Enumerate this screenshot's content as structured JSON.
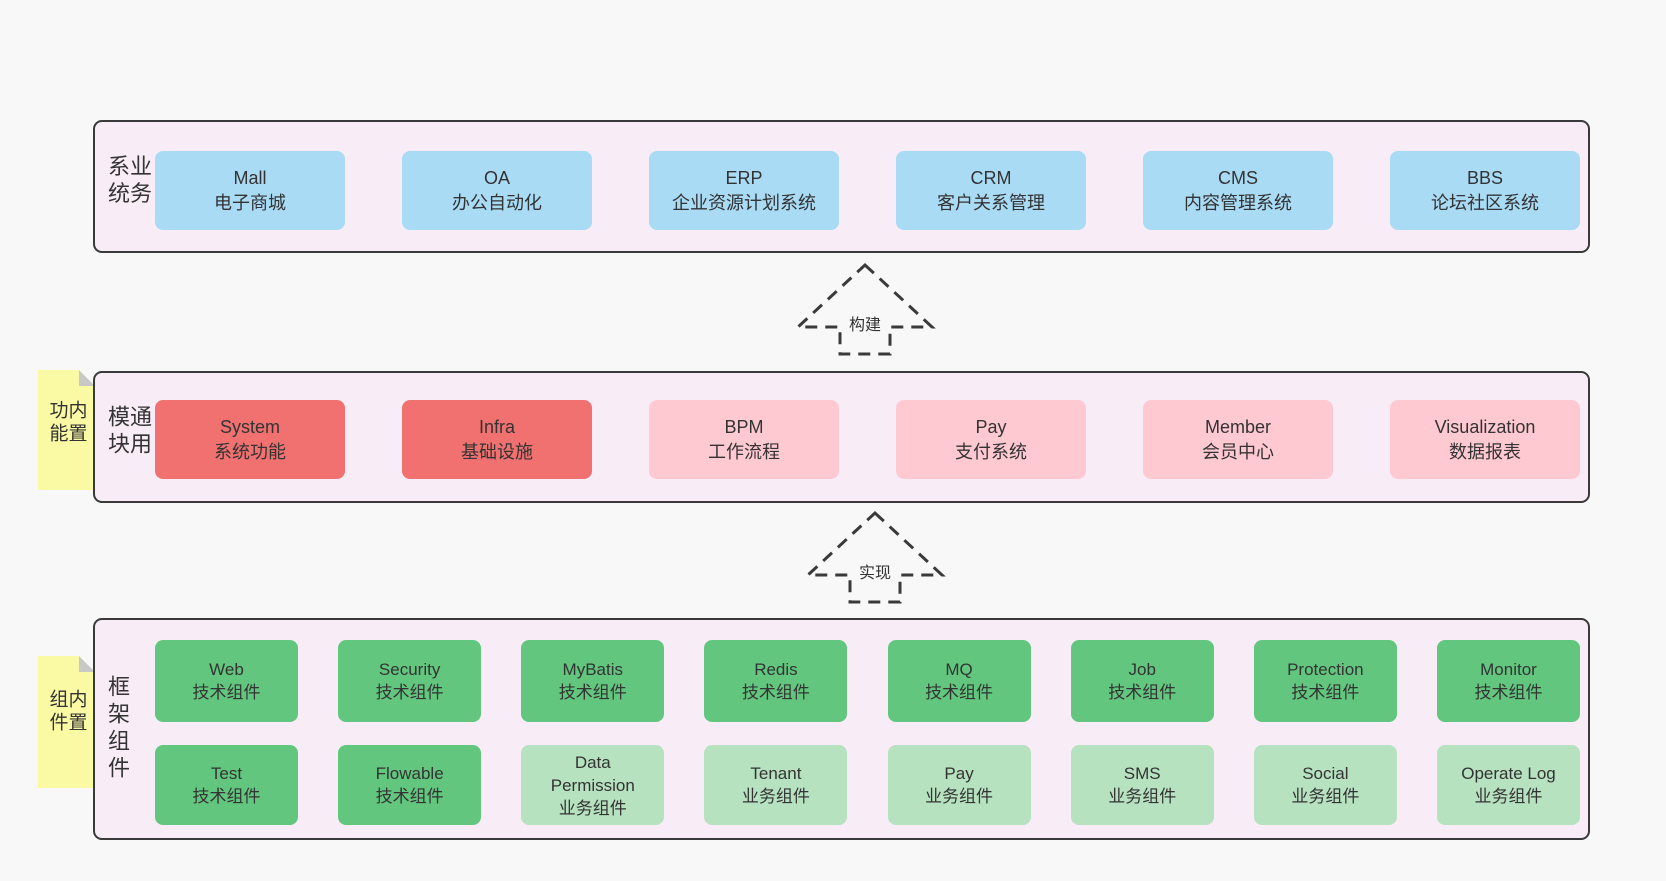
{
  "colors": {
    "page_bg": "#f8f8f8",
    "panel_bg": "#f8edf6",
    "panel_border": "#3a3a3a",
    "blue": "#a9dbf5",
    "red": "#f0716f",
    "pink": "#ffc9d2",
    "green_dark": "#63c67e",
    "green_light": "#b7e2c0",
    "sticky_yellow": "#fbfaa4",
    "sticky_fold": "#c8c8c8",
    "text": "#333333"
  },
  "arrows": [
    {
      "label": "构建"
    },
    {
      "label": "实现"
    }
  ],
  "layers": {
    "business": {
      "label": "业务系统",
      "boxes": [
        {
          "title": "Mall",
          "subtitle": "电子商城",
          "variant": "blue"
        },
        {
          "title": "OA",
          "subtitle": "办公自动化",
          "variant": "blue"
        },
        {
          "title": "ERP",
          "subtitle": "企业资源计划系统",
          "variant": "blue"
        },
        {
          "title": "CRM",
          "subtitle": "客户关系管理",
          "variant": "blue"
        },
        {
          "title": "CMS",
          "subtitle": "内容管理系统",
          "variant": "blue"
        },
        {
          "title": "BBS",
          "subtitle": "论坛社区系统",
          "variant": "blue"
        }
      ]
    },
    "modules": {
      "label": "通用模块",
      "sticky": "内置功能",
      "boxes": [
        {
          "title": "System",
          "subtitle": "系统功能",
          "variant": "red"
        },
        {
          "title": "Infra",
          "subtitle": "基础设施",
          "variant": "red"
        },
        {
          "title": "BPM",
          "subtitle": "工作流程",
          "variant": "pink"
        },
        {
          "title": "Pay",
          "subtitle": "支付系统",
          "variant": "pink"
        },
        {
          "title": "Member",
          "subtitle": "会员中心",
          "variant": "pink"
        },
        {
          "title": "Visualization",
          "subtitle": "数据报表",
          "variant": "pink"
        }
      ]
    },
    "components": {
      "label": "框架组件",
      "sticky": "内置组件",
      "rows": [
        [
          {
            "title": "Web",
            "subtitle": "技术组件",
            "variant": "green-dark"
          },
          {
            "title": "Security",
            "subtitle": "技术组件",
            "variant": "green-dark"
          },
          {
            "title": "MyBatis",
            "subtitle": "技术组件",
            "variant": "green-dark"
          },
          {
            "title": "Redis",
            "subtitle": "技术组件",
            "variant": "green-dark"
          },
          {
            "title": "MQ",
            "subtitle": "技术组件",
            "variant": "green-dark"
          },
          {
            "title": "Job",
            "subtitle": "技术组件",
            "variant": "green-dark"
          },
          {
            "title": "Protection",
            "subtitle": "技术组件",
            "variant": "green-dark"
          },
          {
            "title": "Monitor",
            "subtitle": "技术组件",
            "variant": "green-dark"
          }
        ],
        [
          {
            "title": "Test",
            "subtitle": "技术组件",
            "variant": "green-dark"
          },
          {
            "title": "Flowable",
            "subtitle": "技术组件",
            "variant": "green-dark"
          },
          {
            "title": "Data Permission",
            "subtitle": "业务组件",
            "variant": "green-light"
          },
          {
            "title": "Tenant",
            "subtitle": "业务组件",
            "variant": "green-light"
          },
          {
            "title": "Pay",
            "subtitle": "业务组件",
            "variant": "green-light"
          },
          {
            "title": "SMS",
            "subtitle": "业务组件",
            "variant": "green-light"
          },
          {
            "title": "Social",
            "subtitle": "业务组件",
            "variant": "green-light"
          },
          {
            "title": "Operate Log",
            "subtitle": "业务组件",
            "variant": "green-light"
          }
        ]
      ]
    }
  }
}
